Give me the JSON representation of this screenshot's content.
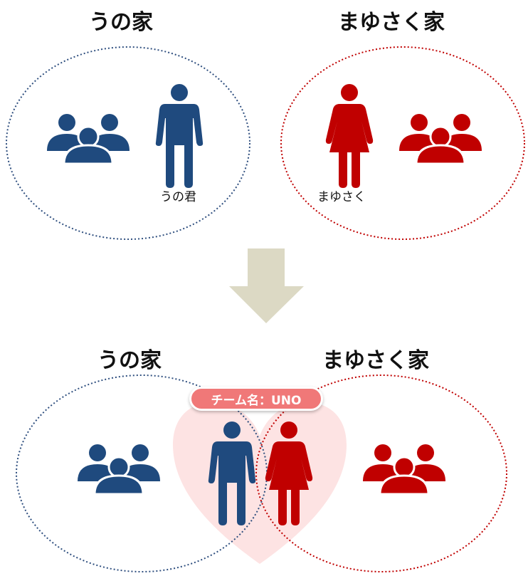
{
  "before": {
    "left_family_title": "うの家",
    "right_family_title": "まゆさく家",
    "left_person_label": "うの君",
    "right_person_label": "まゆさく"
  },
  "after": {
    "left_family_title": "うの家",
    "right_family_title": "まゆさく家",
    "team_badge": "チーム名：UNO"
  },
  "colors": {
    "blue": "#1f4a7e",
    "red": "#c00000",
    "arrow": "#dcd9c4",
    "heart": "#fde3e3",
    "badge": "#f07878"
  }
}
